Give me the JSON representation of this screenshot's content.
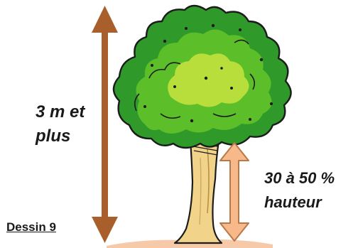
{
  "labels": {
    "height_line1": "3 m et",
    "height_line2": "plus",
    "ratio_line1": "30 à 50 %",
    "ratio_line2": "hauteur"
  },
  "caption": "Dessin 9",
  "colors": {
    "height_arrow": "#a85f2c",
    "ratio_arrow_fill": "#f7b98a",
    "ratio_arrow_outline": "#b8794a",
    "foliage_dark": "#2f9a2a",
    "foliage_mid": "#5cbf2a",
    "foliage_light": "#b7de3a",
    "trunk": "#f2d38a",
    "ground": "#f6c9a8"
  }
}
